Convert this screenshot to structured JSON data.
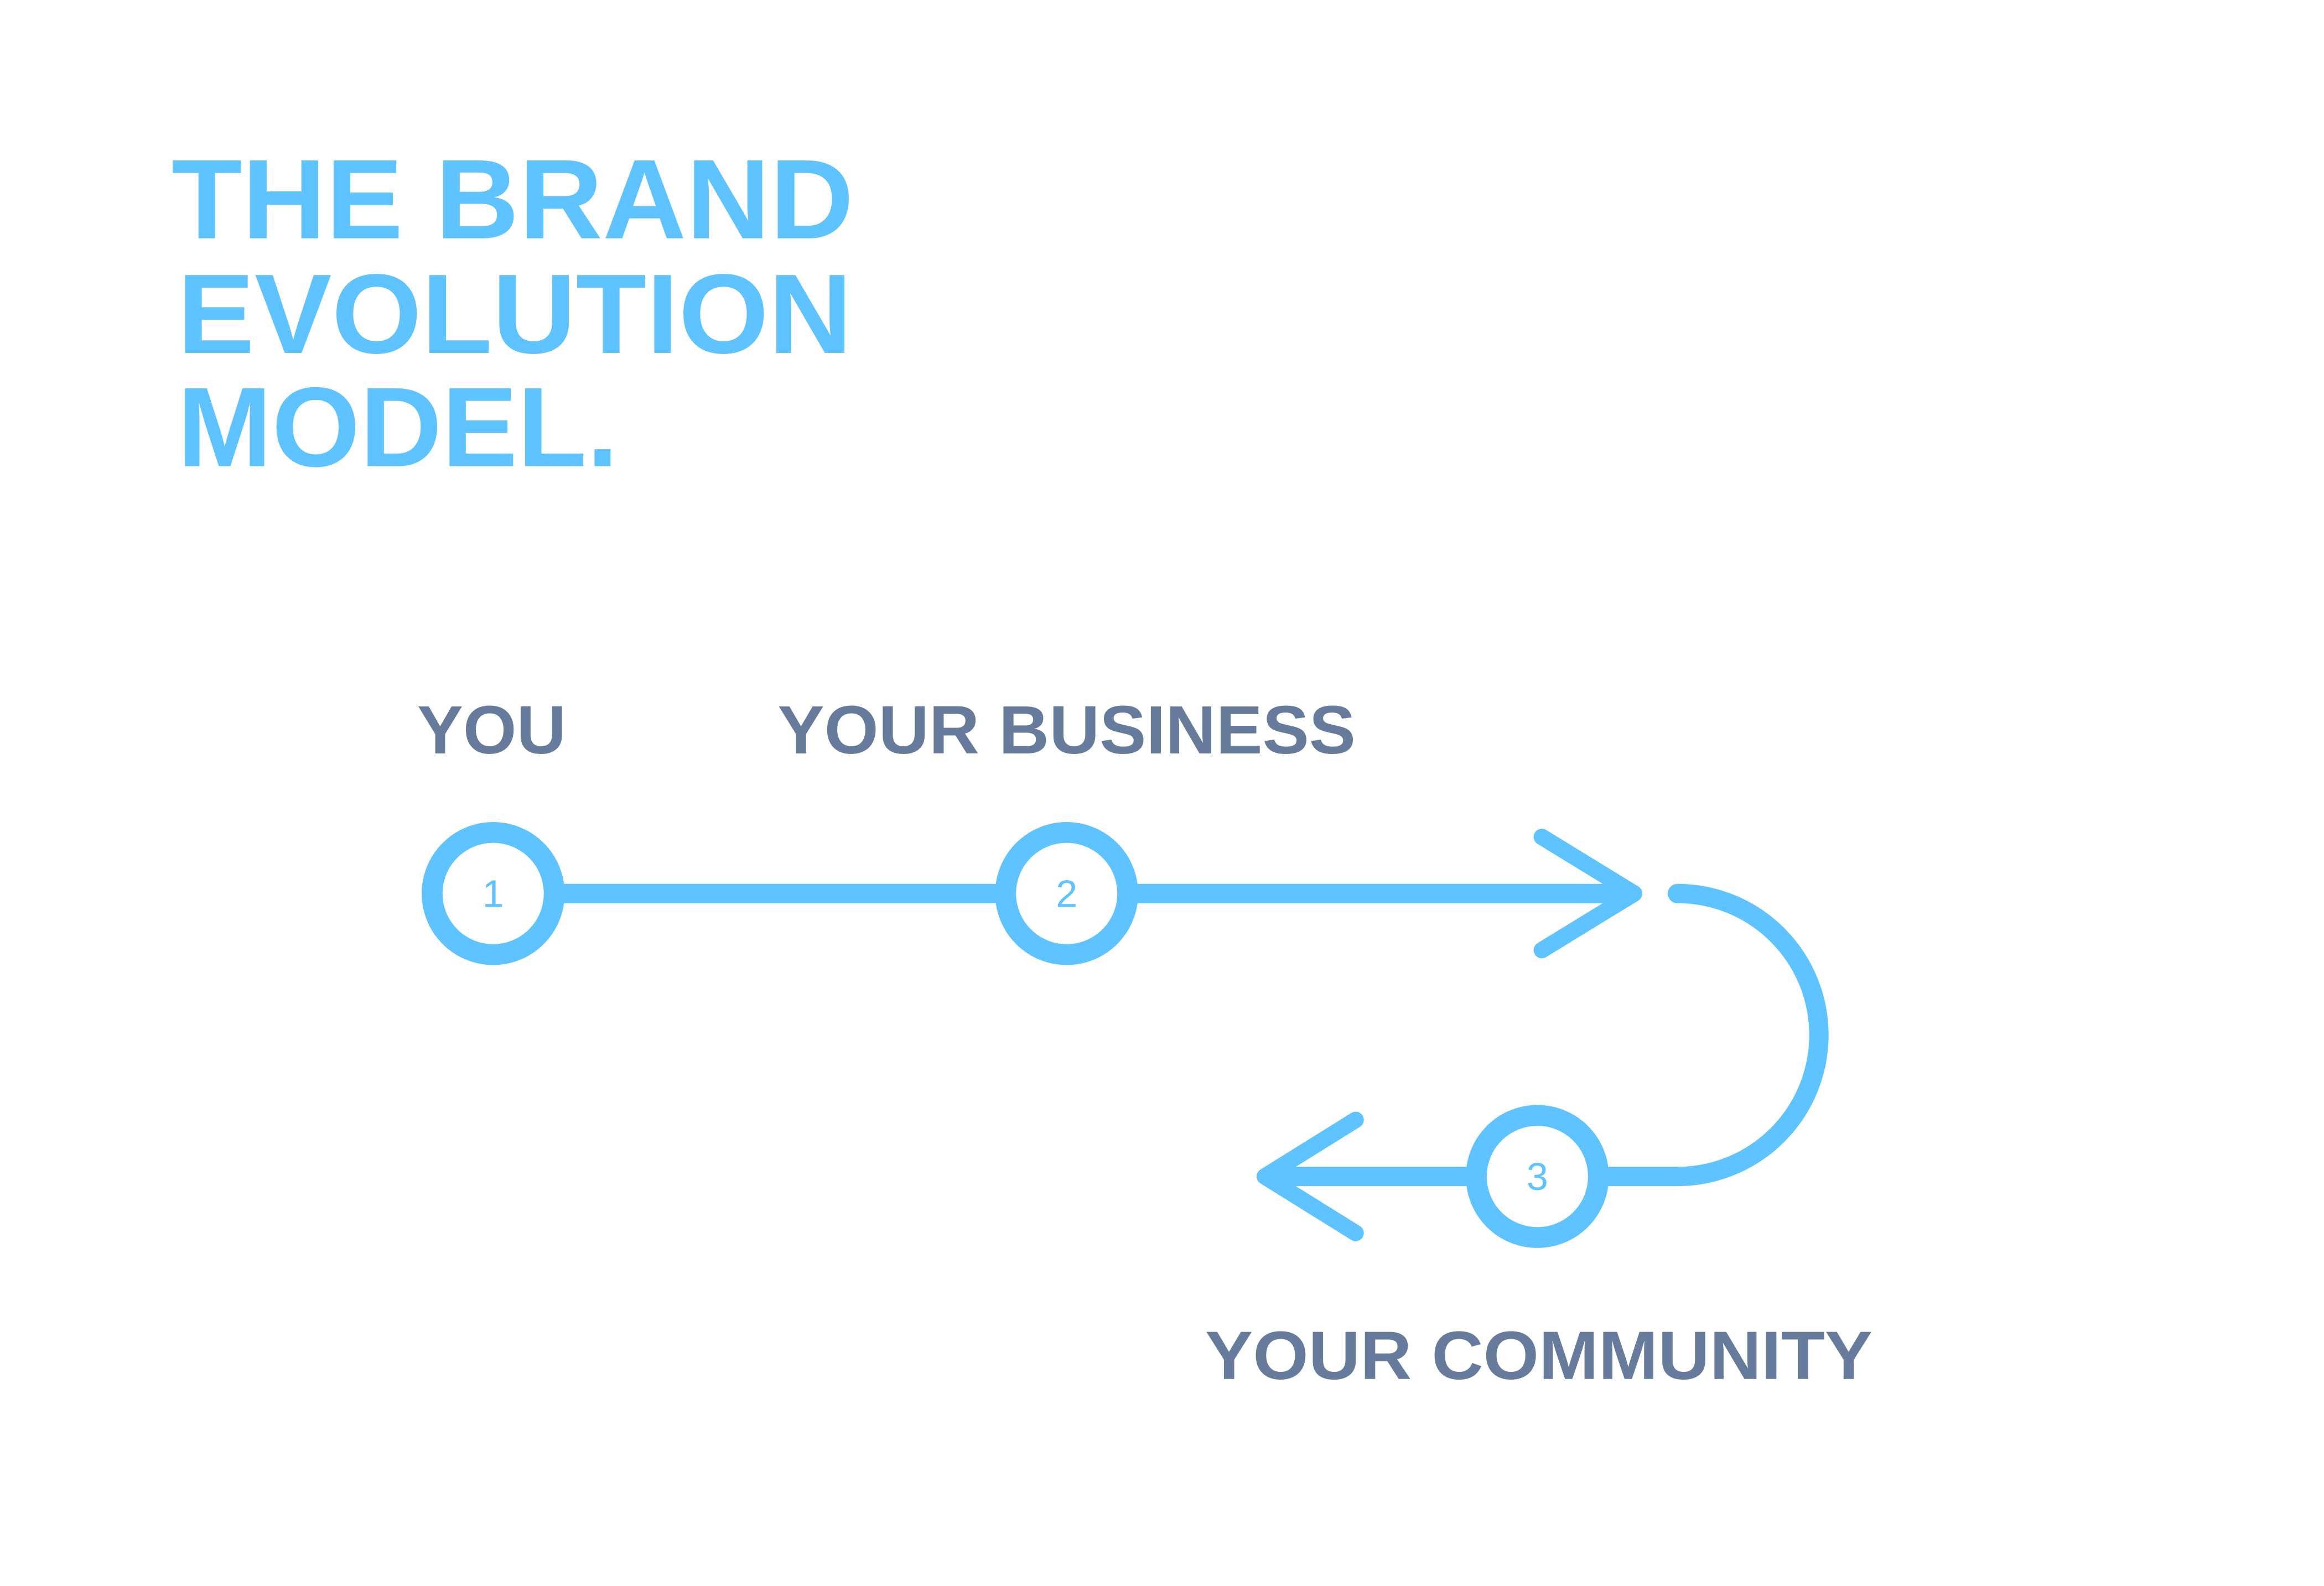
{
  "title": {
    "lines": [
      "THE BRAND",
      "EVOLUTION",
      "MODEL."
    ]
  },
  "stages": [
    {
      "number": "1",
      "label": "YOU"
    },
    {
      "number": "2",
      "label": "YOUR BUSINESS"
    },
    {
      "number": "3",
      "label": "YOUR COMMUNITY"
    }
  ],
  "colors": {
    "accent": "#5EC3FE",
    "label": "#677B9C",
    "background": "#FFFFFF"
  }
}
